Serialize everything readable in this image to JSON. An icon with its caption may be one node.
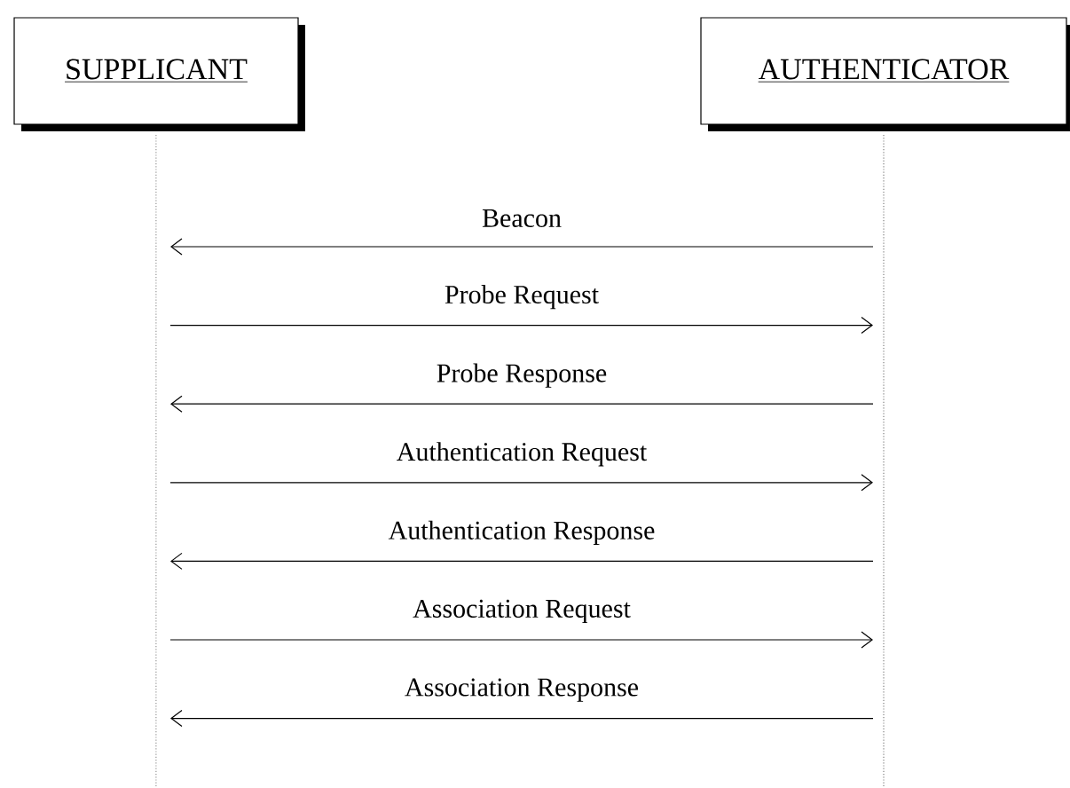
{
  "diagram": {
    "nodes": [
      {
        "text": [
          "SUPPLICANT"
        ]
      },
      {
        "text": [
          "AUTHENTICATOR"
        ]
      }
    ],
    "edges": [
      {
        "from": 1,
        "to": 0,
        "arrow": "to",
        "label": "Beacon"
      },
      {
        "from": 0,
        "to": 1,
        "arrow": "to",
        "label": "Probe Request"
      },
      {
        "from": 1,
        "to": 0,
        "arrow": "to",
        "label": "Probe Response"
      },
      {
        "from": 0,
        "to": 1,
        "arrow": "to",
        "label": "Authentication Request"
      },
      {
        "from": 1,
        "to": 0,
        "arrow": "to",
        "label": "Authentication Response"
      },
      {
        "from": 0,
        "to": 1,
        "arrow": "to",
        "label": "Association Request"
      },
      {
        "from": 1,
        "to": 0,
        "arrow": "to",
        "label": "Association Response"
      }
    ]
  }
}
